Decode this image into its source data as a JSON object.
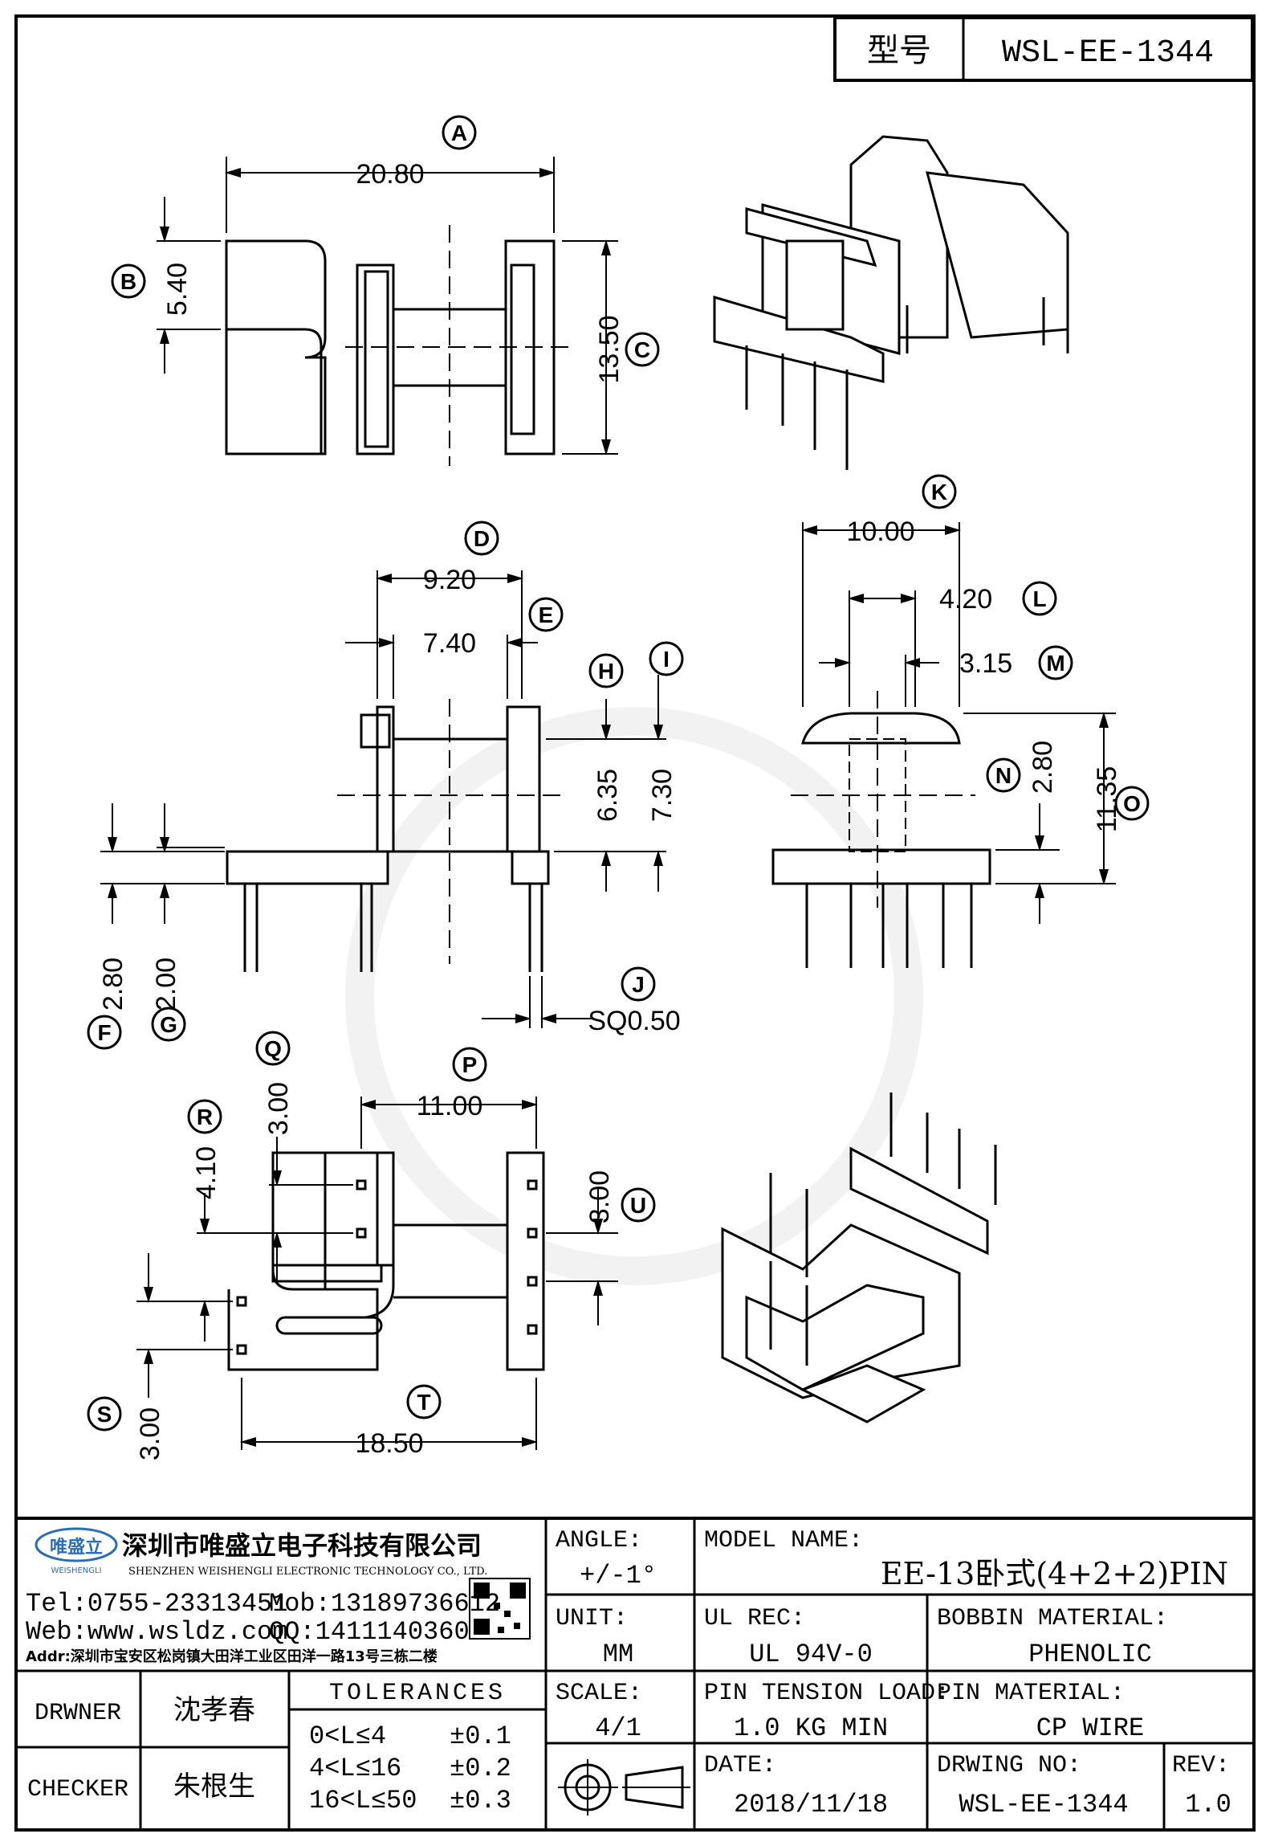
{
  "header": {
    "type_label": "型号",
    "type_value": "WSL-EE-1344"
  },
  "drawing": {
    "dims": {
      "A": "20.80",
      "B": "5.40",
      "C": "13.50",
      "D": "9.20",
      "E": "7.40",
      "F": "2.80",
      "G": "2.00",
      "H": "6.35",
      "I": "7.30",
      "J": "SQ0.50",
      "K": "10.00",
      "L": "4.20",
      "M": "3.15",
      "N": "2.80",
      "O": "11.35",
      "P": "11.00",
      "Q": "3.00",
      "R": "4.10",
      "S": "3.00",
      "T": "18.50",
      "U": "3.00"
    },
    "letters": [
      "A",
      "B",
      "C",
      "D",
      "E",
      "F",
      "G",
      "H",
      "I",
      "J",
      "K",
      "L",
      "M",
      "N",
      "O",
      "P",
      "Q",
      "R",
      "S",
      "T",
      "U"
    ]
  },
  "title_block": {
    "company_cn": "深圳市唯盛立电子科技有限公司",
    "company_en": "SHENZHEN WEISHENGLI ELECTRONIC TECHNOLOGY CO., LTD.",
    "logo_text": "唯盛立",
    "logo_sub": "WEISHENGLI",
    "tel": "Tel:0755-23313451",
    "mob": "Mob:13189736612",
    "web": "Web:www.wsldz.com",
    "qq": "QQ:1411140360",
    "addr": "Addr:深圳市宝安区松岗镇大田洋工业区田洋一路13号三栋二楼",
    "drawner_label": "DRWNER",
    "drawner": "沈孝春",
    "checker_label": "CHECKER",
    "checker": "朱根生",
    "tolerances_label": "TOLERANCES",
    "tolerances": [
      {
        "range": "0<L≤4",
        "tol": "±0.1"
      },
      {
        "range": "4<L≤16",
        "tol": "±0.2"
      },
      {
        "range": "16<L≤50",
        "tol": "±0.3"
      }
    ],
    "angle_label": "ANGLE:",
    "angle": "+/-1°",
    "unit_label": "UNIT:",
    "unit": "MM",
    "scale_label": "SCALE:",
    "scale": "4/1",
    "model_label": "MODEL NAME:",
    "model": "EE-13卧式(4+2+2)PIN",
    "ul_label": "UL REC:",
    "ul": "UL 94V-0",
    "bobbin_label": "BOBBIN MATERIAL:",
    "bobbin": "PHENOLIC",
    "pin_tension_label": "PIN TENSION LOAD:",
    "pin_tension": "1.0 KG MIN",
    "pin_material_label": "PIN MATERIAL:",
    "pin_material": "CP WIRE",
    "date_label": "DATE:",
    "date": "2018/11/18",
    "drawing_no_label": "DRWING NO:",
    "drawing_no": "WSL-EE-1344",
    "rev_label": "REV:",
    "rev": "1.0"
  }
}
